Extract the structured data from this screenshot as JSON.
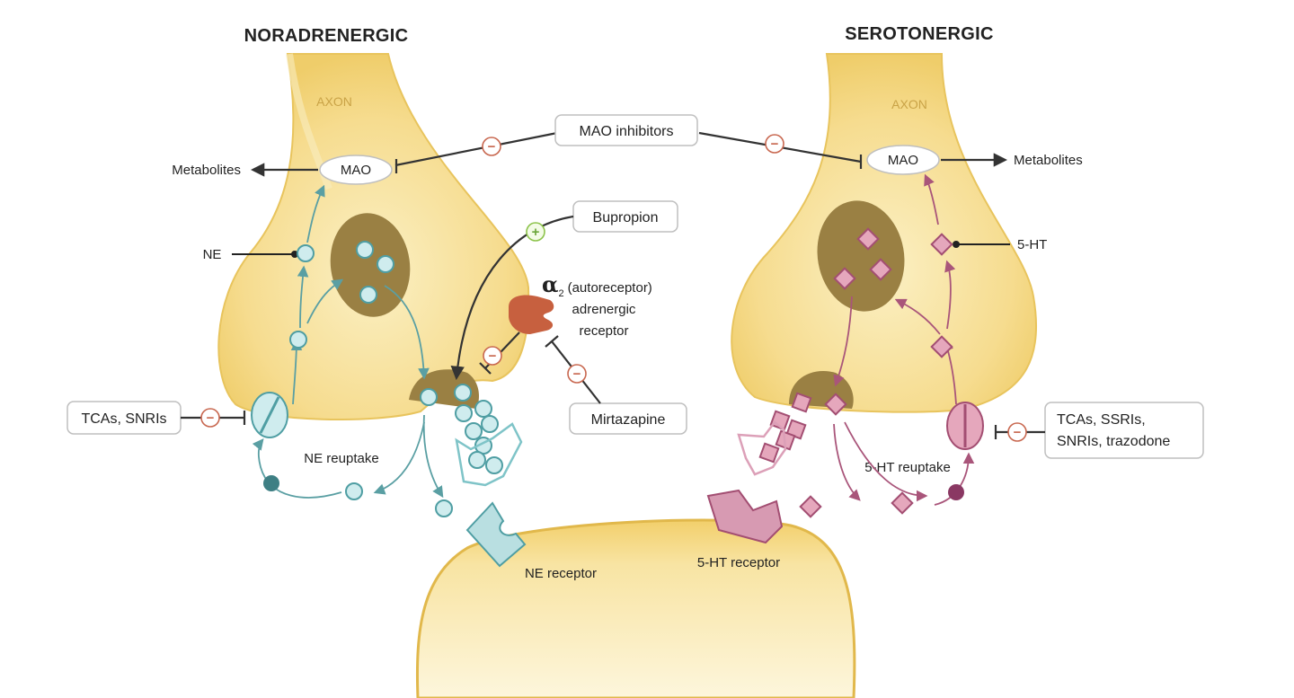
{
  "titles": {
    "left": "NORADRENERGIC",
    "right": "SEROTONERGIC"
  },
  "axon_labels": {
    "left": "AXON",
    "right": "AXON"
  },
  "enzymes": {
    "left": "MAO",
    "right": "MAO"
  },
  "metabolites": {
    "left": "Metabolites",
    "right": "Metabolites"
  },
  "drugs": {
    "mao_inhibitors": "MAO inhibitors",
    "bupropion": "Bupropion",
    "mirtazapine": "Mirtazapine",
    "tcas_snris": "TCAs, SNRIs",
    "right_group": {
      "line1": "TCAs, SSRIs,",
      "line2": "SNRIs, trazodone"
    }
  },
  "neurotransmitters": {
    "ne": "NE",
    "ht": "5-HT"
  },
  "receptor_labels": {
    "alpha": {
      "symbol": "α",
      "subscript": "2",
      "line1": "(autoreceptor)",
      "line2": "adrenergic",
      "line3": "receptor"
    },
    "ne_receptor": "NE receptor",
    "ht_receptor": "5-HT receptor"
  },
  "reuptake_labels": {
    "ne": "NE reuptake",
    "ht": "5-HT reuptake"
  },
  "signs": {
    "minus": "−",
    "plus": "+"
  },
  "colors": {
    "terminal_fill": "#f8e3a0",
    "terminal_edge": "#e5bf55",
    "vesicle": "#9a8043",
    "ne_particle": "#cfecee",
    "ht_particle": "#e5a7bc",
    "ne_pathway": "#5a9fa3",
    "ht_pathway": "#a9557a",
    "inhibition": "#c8674f",
    "stimulation": "#8cc34a",
    "alpha_receptor": "#c7603f"
  }
}
